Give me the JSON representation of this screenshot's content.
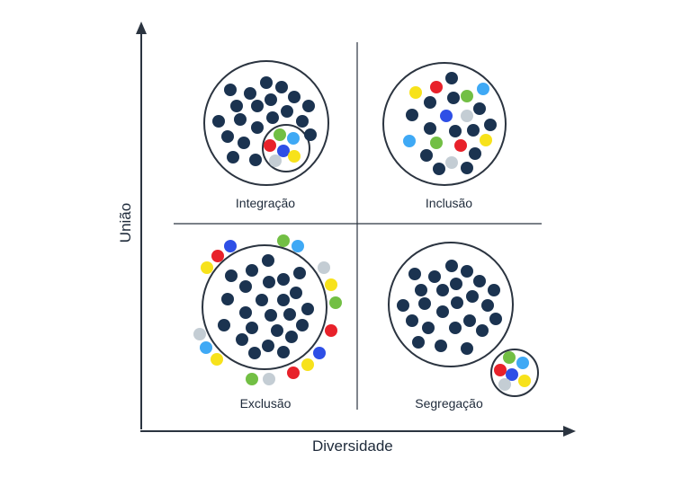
{
  "axes": {
    "y_label": "União",
    "x_label": "Diversidade"
  },
  "quadrants": [
    {
      "id": "integration",
      "label": "Integração"
    },
    {
      "id": "inclusion",
      "label": "Inclusão"
    },
    {
      "id": "exclusion",
      "label": "Exclusão"
    },
    {
      "id": "segregation",
      "label": "Segregação"
    }
  ],
  "colors": {
    "navy": "#1b3350",
    "red": "#e8212a",
    "yellow": "#f7e21b",
    "green": "#72bf44",
    "lightblue": "#3fa9f5",
    "blue": "#2e4fe6",
    "gray": "#c4cdd4",
    "line": "#2b3440"
  }
}
